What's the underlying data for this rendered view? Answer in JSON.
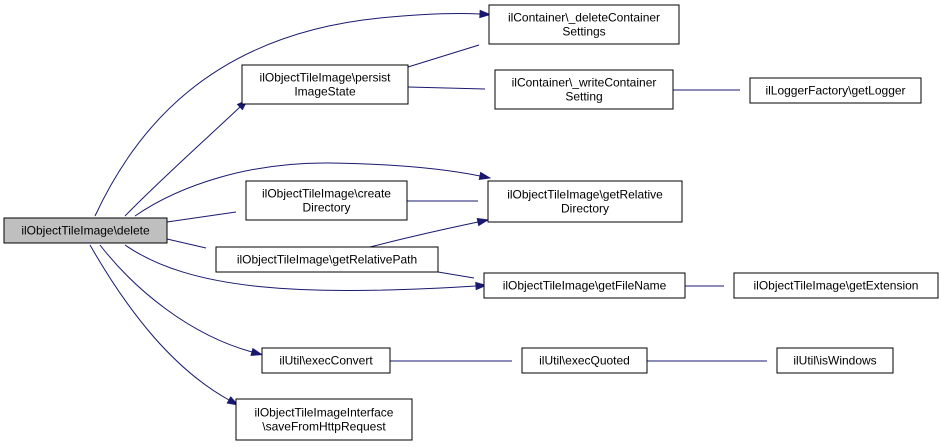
{
  "colors": {
    "edge": "#191970",
    "root_fill": "#bfbfbf",
    "node_fill": "#ffffff",
    "node_border": "#000000"
  },
  "nodes": [
    {
      "id": "delete",
      "lines": [
        "ilObjectTileImage\\delete"
      ],
      "highlighted": true
    },
    {
      "id": "deleteContainerSettings",
      "lines": [
        "ilContainer\\_deleteContainer",
        "Settings"
      ]
    },
    {
      "id": "persistImageState",
      "lines": [
        "ilObjectTileImage\\persist",
        "ImageState"
      ]
    },
    {
      "id": "writeContainerSetting",
      "lines": [
        "ilContainer\\_writeContainer",
        "Setting"
      ]
    },
    {
      "id": "getLogger",
      "lines": [
        "ilLoggerFactory\\getLogger"
      ]
    },
    {
      "id": "createDirectory",
      "lines": [
        "ilObjectTileImage\\create",
        "Directory"
      ]
    },
    {
      "id": "getRelativeDirectory",
      "lines": [
        "ilObjectTileImage\\getRelative",
        "Directory"
      ]
    },
    {
      "id": "getRelativePath",
      "lines": [
        "ilObjectTileImage\\getRelativePath"
      ]
    },
    {
      "id": "getFileName",
      "lines": [
        "ilObjectTileImage\\getFileName"
      ]
    },
    {
      "id": "getExtension",
      "lines": [
        "ilObjectTileImage\\getExtension"
      ]
    },
    {
      "id": "execConvert",
      "lines": [
        "ilUtil\\execConvert"
      ]
    },
    {
      "id": "execQuoted",
      "lines": [
        "ilUtil\\execQuoted"
      ]
    },
    {
      "id": "isWindows",
      "lines": [
        "ilUtil\\isWindows"
      ]
    },
    {
      "id": "saveFromHttpRequest",
      "lines": [
        "ilObjectTileImageInterface",
        "\\saveFromHttpRequest"
      ]
    }
  ],
  "edges": [
    {
      "from": "delete",
      "to": "deleteContainerSettings"
    },
    {
      "from": "delete",
      "to": "persistImageState"
    },
    {
      "from": "delete",
      "to": "getRelativeDirectory"
    },
    {
      "from": "delete",
      "to": "createDirectory"
    },
    {
      "from": "delete",
      "to": "getRelativePath"
    },
    {
      "from": "delete",
      "to": "getFileName"
    },
    {
      "from": "delete",
      "to": "execConvert"
    },
    {
      "from": "delete",
      "to": "saveFromHttpRequest"
    },
    {
      "from": "persistImageState",
      "to": "deleteContainerSettings"
    },
    {
      "from": "persistImageState",
      "to": "writeContainerSetting"
    },
    {
      "from": "writeContainerSetting",
      "to": "getLogger"
    },
    {
      "from": "createDirectory",
      "to": "getRelativeDirectory"
    },
    {
      "from": "getRelativePath",
      "to": "getRelativeDirectory"
    },
    {
      "from": "getRelativePath",
      "to": "getFileName"
    },
    {
      "from": "getFileName",
      "to": "getExtension"
    },
    {
      "from": "execConvert",
      "to": "execQuoted"
    },
    {
      "from": "execQuoted",
      "to": "isWindows"
    }
  ]
}
